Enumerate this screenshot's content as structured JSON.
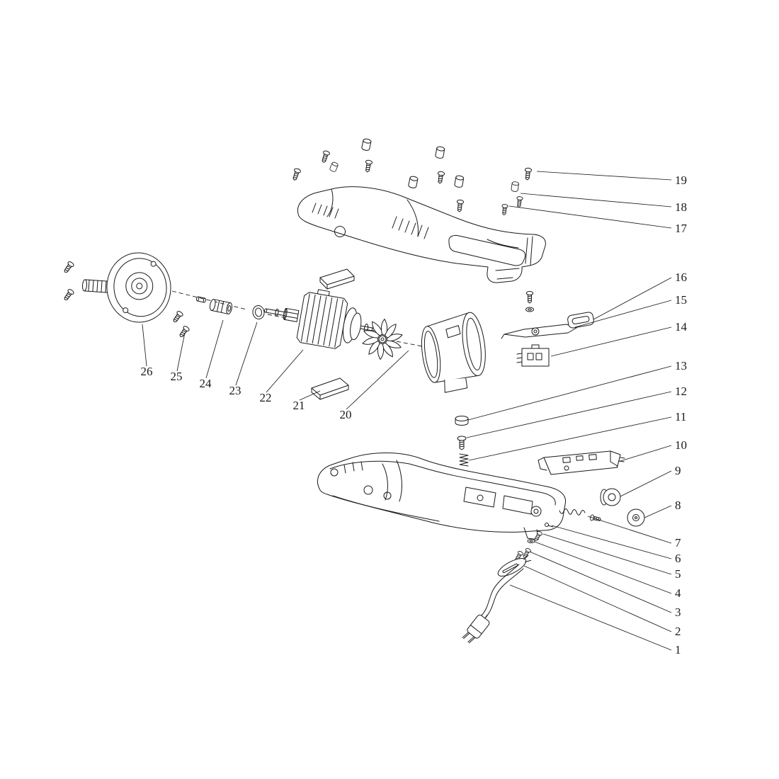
{
  "figure": {
    "kind": "exploded-parts-diagram",
    "subject": "electric power tool exploded view with numbered part callouts",
    "background_color": "#ffffff",
    "line_color": "#1a1a1a",
    "callout_count": "26"
  },
  "callouts": [
    {
      "label": "1"
    },
    {
      "label": "2"
    },
    {
      "label": "3"
    },
    {
      "label": "4"
    },
    {
      "label": "5"
    },
    {
      "label": "6"
    },
    {
      "label": "7"
    },
    {
      "label": "8"
    },
    {
      "label": "9"
    },
    {
      "label": "10"
    },
    {
      "label": "11"
    },
    {
      "label": "12"
    },
    {
      "label": "13"
    },
    {
      "label": "14"
    },
    {
      "label": "15"
    },
    {
      "label": "16"
    },
    {
      "label": "17"
    },
    {
      "label": "18"
    },
    {
      "label": "19"
    },
    {
      "label": "20"
    },
    {
      "label": "21"
    },
    {
      "label": "22"
    },
    {
      "label": "23"
    },
    {
      "label": "24"
    },
    {
      "label": "25"
    },
    {
      "label": "26"
    }
  ]
}
